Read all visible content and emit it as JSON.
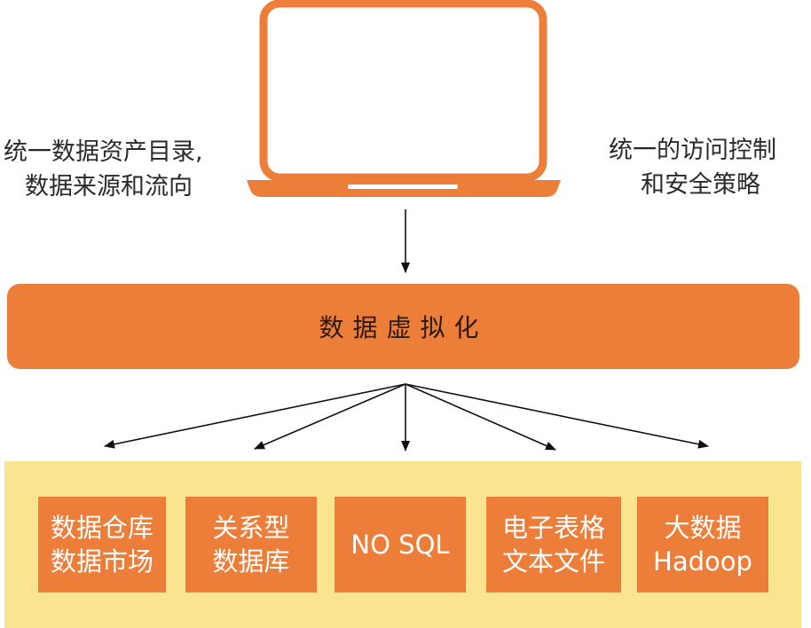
{
  "captions": {
    "left": [
      "统一数据资产目录,",
      "数据来源和流向"
    ],
    "right": [
      "统一的访问控制",
      "和安全策略"
    ]
  },
  "client_icon": "laptop-icon",
  "virtualization": {
    "label": "数据虚拟化"
  },
  "sources": [
    {
      "lines": [
        "数据仓库",
        "数据市场"
      ]
    },
    {
      "lines": [
        "关系型",
        "数据库"
      ]
    },
    {
      "lines": [
        "NO SQL"
      ]
    },
    {
      "lines": [
        "电子表格",
        "文本文件"
      ]
    },
    {
      "lines": [
        "大数据",
        "Hadoop"
      ]
    }
  ],
  "colors": {
    "accent_orange": "#ed7e3a",
    "panel_yellow": "#fbe490",
    "arrow": "#111111"
  }
}
